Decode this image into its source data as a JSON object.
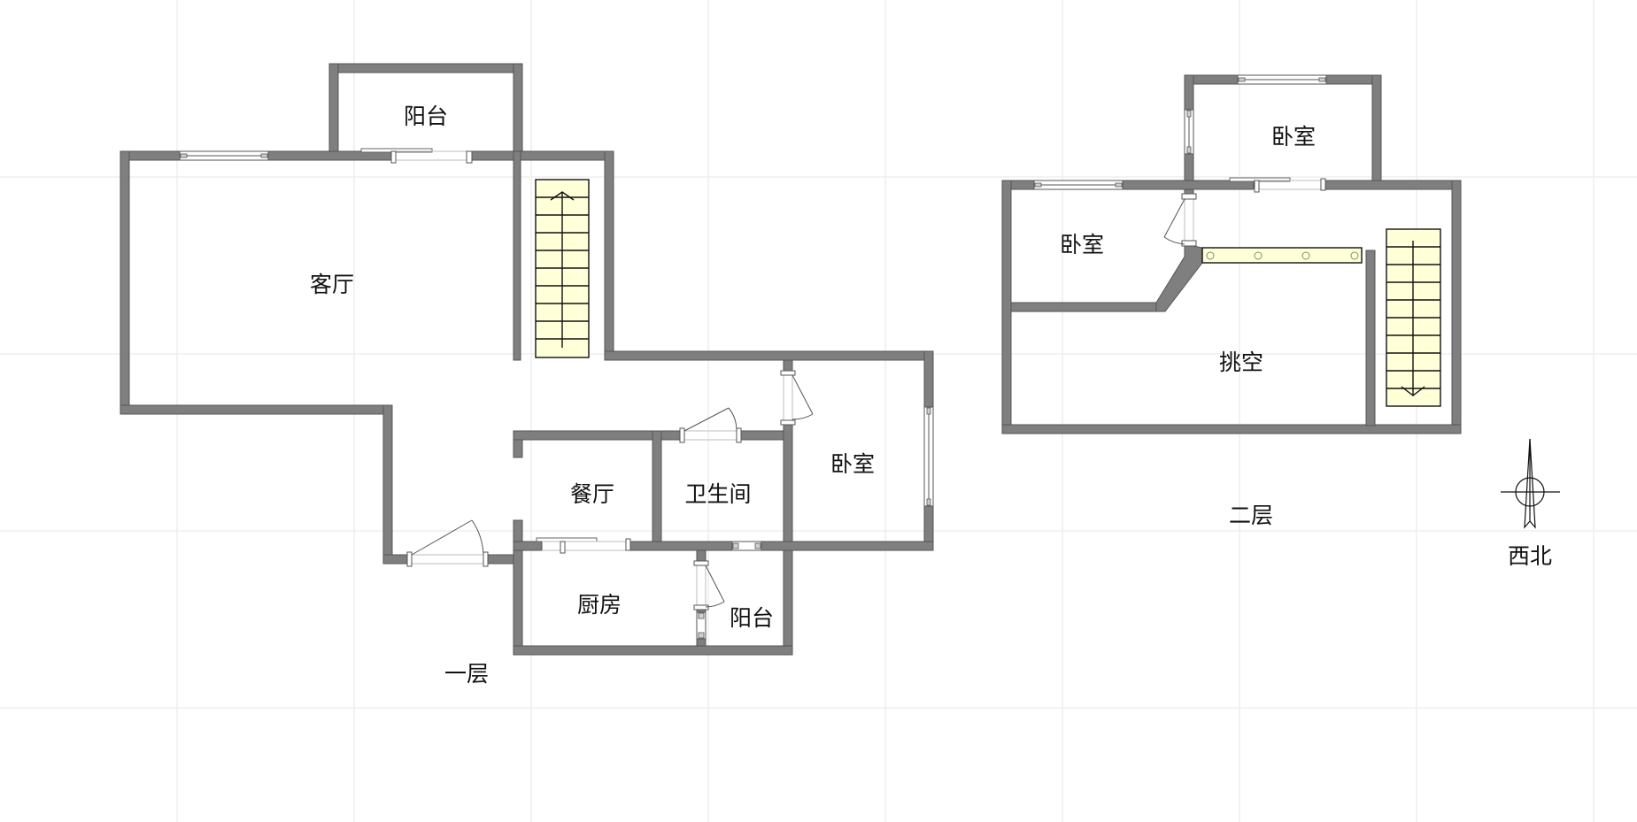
{
  "floors": [
    {
      "label": "一层",
      "rooms": [
        {
          "name": "阳台"
        },
        {
          "name": "客厅"
        },
        {
          "name": "餐厅"
        },
        {
          "name": "卫生间"
        },
        {
          "name": "卧室"
        },
        {
          "name": "厨房"
        },
        {
          "name": "阳台"
        }
      ],
      "stairs": {
        "steps": 10,
        "direction": "up"
      }
    },
    {
      "label": "二层",
      "rooms": [
        {
          "name": "卧室"
        },
        {
          "name": "卧室"
        },
        {
          "name": "挑空"
        }
      ],
      "stairs": {
        "steps": 10,
        "direction": "down"
      },
      "railing_posts": 4
    }
  ],
  "compass": {
    "label": "西北",
    "icon": "north-arrow-icon"
  },
  "colors": {
    "wall": "#7f7f7f",
    "stair_fill": "#ffffd8",
    "grid": "#ececec",
    "background": "#ffffff"
  }
}
